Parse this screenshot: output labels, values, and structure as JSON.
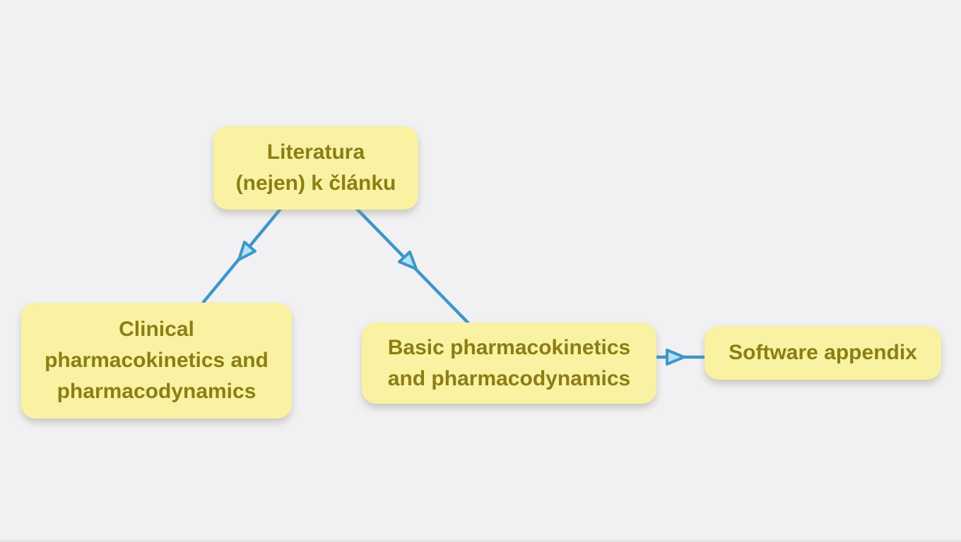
{
  "colors": {
    "background": "#f1f1f3",
    "node_fill": "#f8f2a2",
    "node_text": "#8c7e14",
    "edge": "#3e96c7",
    "arrowhead_fill": "#b3e2f6",
    "bottom_edge": "#e3e3e5"
  },
  "nodes": [
    {
      "id": "literatura",
      "lines": [
        "Literatura",
        "(nejen) k článku"
      ]
    },
    {
      "id": "clinical",
      "lines": [
        "Clinical",
        "pharmacokinetics and",
        "pharmacodynamics"
      ]
    },
    {
      "id": "basic",
      "lines": [
        "Basic pharmacokinetics",
        "and pharmacodynamics"
      ]
    },
    {
      "id": "software",
      "lines": [
        "Software appendix"
      ]
    }
  ],
  "edges": [
    {
      "from": "literatura",
      "to": "clinical"
    },
    {
      "from": "literatura",
      "to": "basic"
    },
    {
      "from": "basic",
      "to": "software"
    }
  ]
}
